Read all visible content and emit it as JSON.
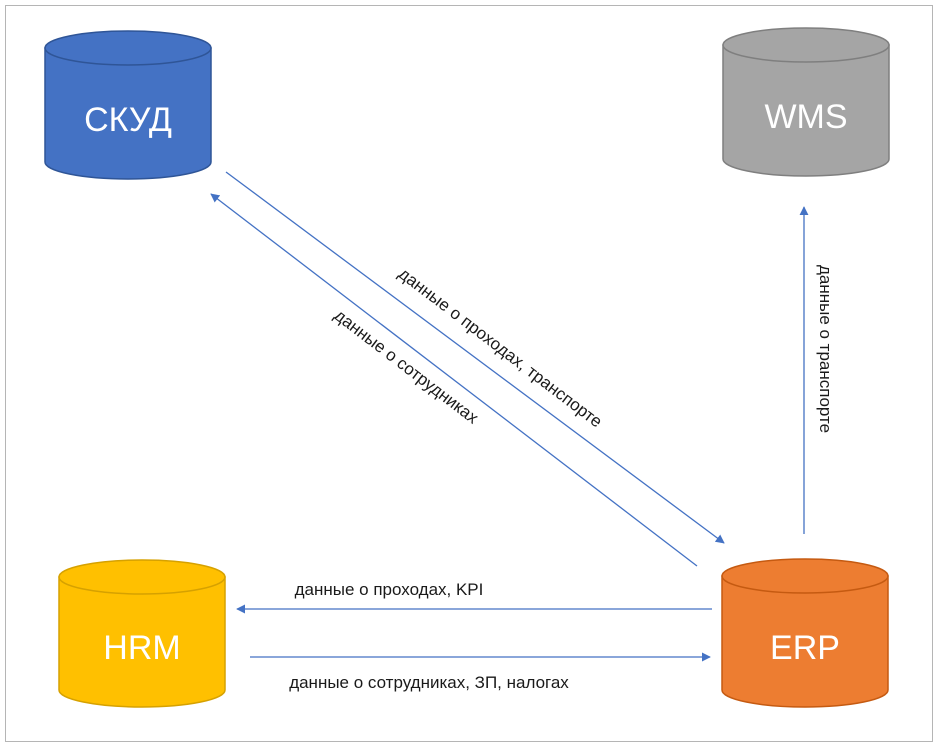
{
  "nodes": {
    "skud": {
      "label": "СКУД",
      "color": "#4472c4",
      "dark": "#2f5597"
    },
    "wms": {
      "label": "WMS",
      "color": "#a5a5a5",
      "dark": "#7f7f7f"
    },
    "hrm": {
      "label": "HRM",
      "color": "#ffc000",
      "dark": "#d6a100"
    },
    "erp": {
      "label": "ERP",
      "color": "#ed7d31",
      "dark": "#c55a11"
    }
  },
  "edges": {
    "erp_to_skud": "данные о сотрудниках",
    "skud_to_erp": "данные о проходах, транспорте",
    "erp_to_wms": "данные о транспорте",
    "erp_to_hrm": "данные о проходах, KPI",
    "hrm_to_erp": "данные о сотрудниках, ЗП, налогах"
  },
  "colors": {
    "arrow": "#4472c4",
    "border": "#b5b5b5"
  }
}
